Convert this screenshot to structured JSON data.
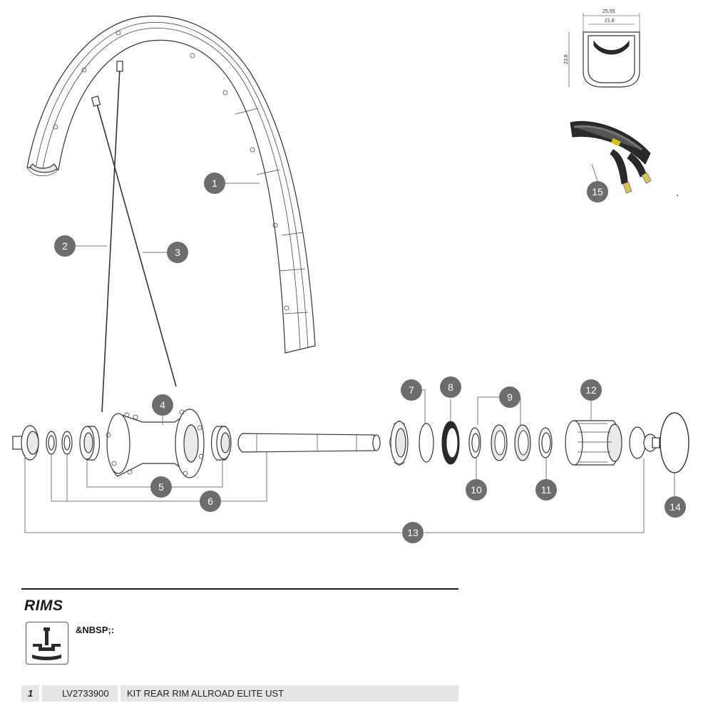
{
  "rim_profile": {
    "outer_width": "25,55",
    "inner_width": "21,8",
    "height": "23,8"
  },
  "callouts": [
    "1",
    "2",
    "3",
    "4",
    "5",
    "6",
    "7",
    "8",
    "9",
    "10",
    "11",
    "12",
    "13",
    "14",
    "15"
  ],
  "section": {
    "title": "RIMS",
    "icon_note": "&NBSP;:"
  },
  "parts_table": [
    {
      "number": "1",
      "code": "LV2733900",
      "description": "KIT REAR RIM ALLROAD ELITE UST"
    }
  ]
}
